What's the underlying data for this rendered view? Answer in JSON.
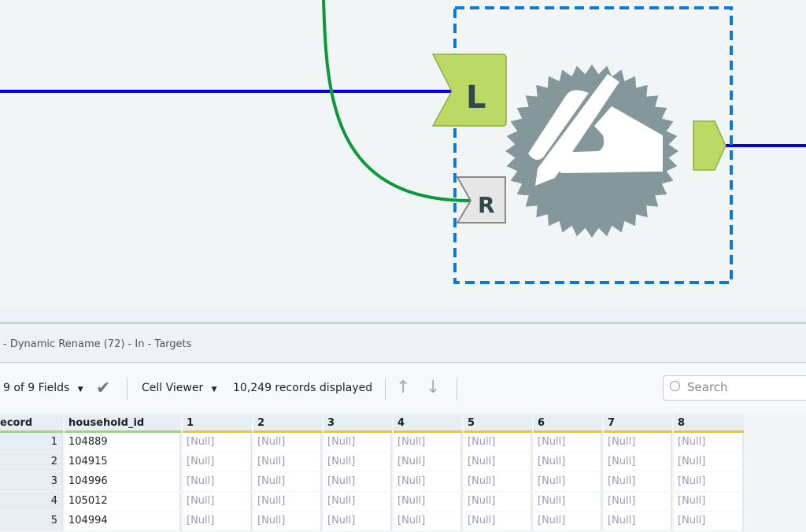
{
  "canvas": {
    "tool_name": "Dynamic Rename",
    "left_anchor": "L",
    "right_anchor": "R",
    "colors": {
      "blue_connection": "#0000ee",
      "green_connection": "#0a9a3a",
      "anchor_green": "#bcd965",
      "gear": "#84979b",
      "selection": "#0a7ad8"
    }
  },
  "results": {
    "title": "- Dynamic Rename (72) - In - Targets",
    "toolbar": {
      "fields": "9 of 9 Fields",
      "cell_viewer": "Cell Viewer",
      "records": "10,249 records displayed",
      "search_placeholder": "Search"
    },
    "columns": [
      "Record",
      "household_id",
      "1",
      "2",
      "3",
      "4",
      "5",
      "6",
      "7",
      "8"
    ],
    "column_header_shown": "ecord",
    "rows": [
      [
        "1",
        "104889",
        "[Null]",
        "[Null]",
        "[Null]",
        "[Null]",
        "[Null]",
        "[Null]",
        "[Null]",
        "[Null]"
      ],
      [
        "2",
        "104915",
        "[Null]",
        "[Null]",
        "[Null]",
        "[Null]",
        "[Null]",
        "[Null]",
        "[Null]",
        "[Null]"
      ],
      [
        "3",
        "104996",
        "[Null]",
        "[Null]",
        "[Null]",
        "[Null]",
        "[Null]",
        "[Null]",
        "[Null]",
        "[Null]"
      ],
      [
        "4",
        "105012",
        "[Null]",
        "[Null]",
        "[Null]",
        "[Null]",
        "[Null]",
        "[Null]",
        "[Null]",
        "[Null]"
      ],
      [
        "5",
        "104994",
        "[Null]",
        "[Null]",
        "[Null]",
        "[Null]",
        "[Null]",
        "[Null]",
        "[Null]",
        "[Null]"
      ]
    ]
  }
}
